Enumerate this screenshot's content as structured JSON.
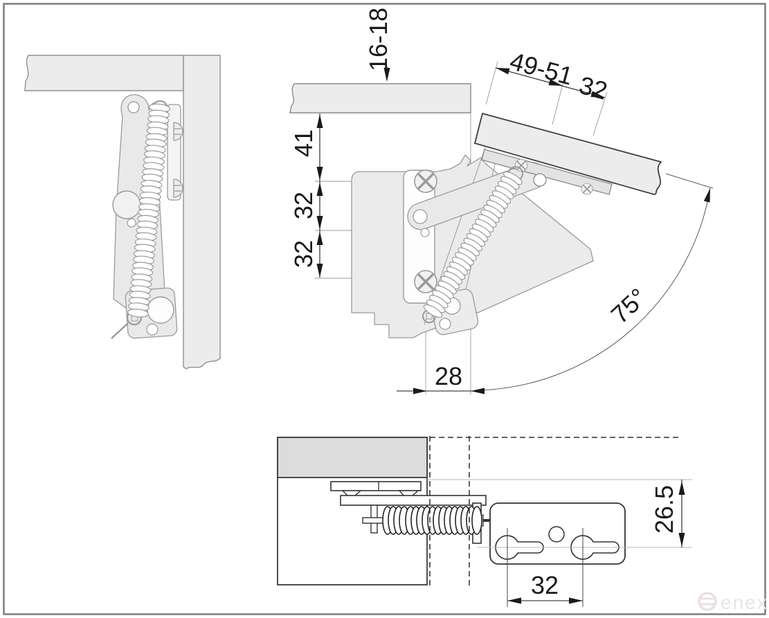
{
  "drawing": {
    "type": "hinge installation technical drawing",
    "labels": {
      "panel_thickness": "16-18",
      "top_offset": "41",
      "row_spacing_a": "32",
      "row_spacing_b": "32",
      "flap_depth": "49-51",
      "flap_row_spacing": "32",
      "opening_angle": "75°",
      "front_setback": "28",
      "side_offset": "26.5",
      "hole_spacing": "32"
    },
    "watermark": {
      "brand": "enex"
    },
    "colors": {
      "dimension_line": "#1a1a1a",
      "panel_fill": "#ececec",
      "mechanism_outline": "#9a9a9a",
      "plan_view_outline": "#333333",
      "frame": "#7d7d7d",
      "watermark": "#e9dcdc"
    }
  }
}
